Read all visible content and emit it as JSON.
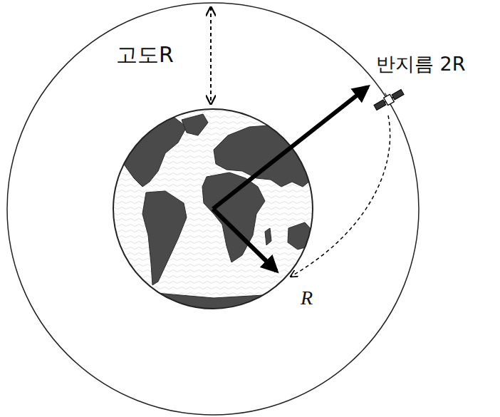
{
  "diagram": {
    "labels": [
      "고도R",
      "반지름 2R",
      "R"
    ]
  }
}
